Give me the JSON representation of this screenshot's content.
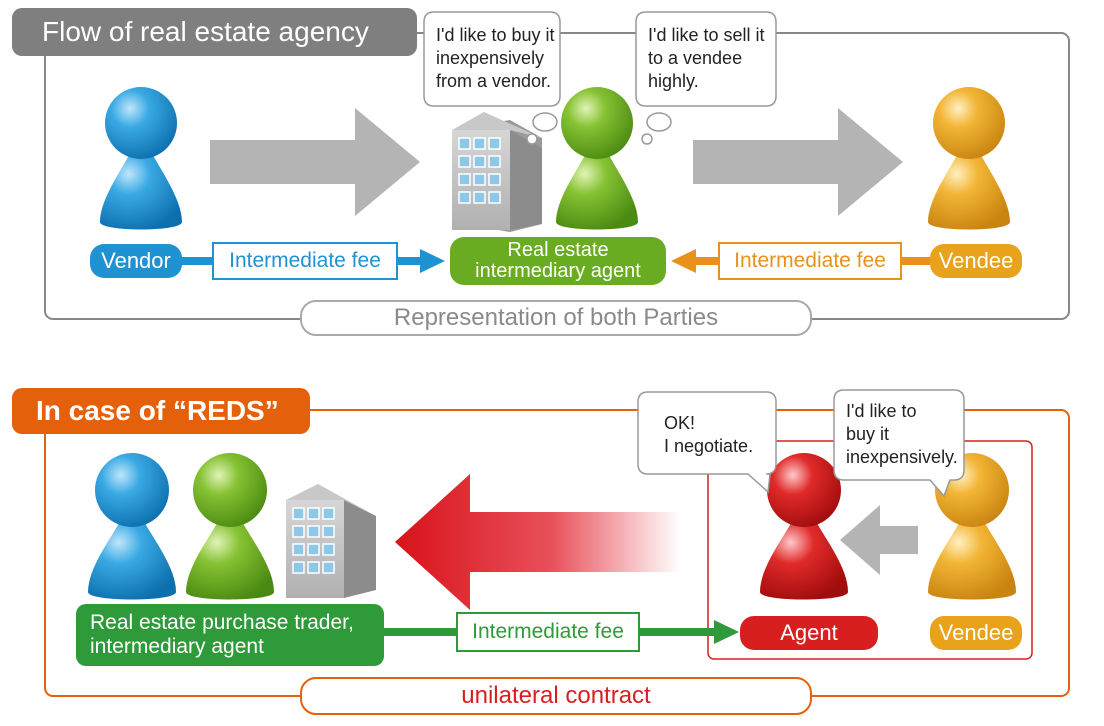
{
  "top": {
    "title": "Flow of real estate agency",
    "bubble_buy": "I'd like to buy it\ninexpensively\nfrom a vendor.",
    "bubble_sell": "I'd like to sell it\nto a vendee\nhighly.",
    "vendor_label": "Vendor",
    "fee_left": "Intermediate fee",
    "agent_label": "Real estate\nintermediary agent",
    "fee_right": "Intermediate fee",
    "vendee_label": "Vendee",
    "footer": "Representation of both Parties"
  },
  "bottom": {
    "title": "In case of “REDS”",
    "bubble_ok": "OK!\nI negotiate.",
    "bubble_buy": "I'd like to\nbuy it\ninexpensively.",
    "trader_label": "Real estate purchase trader,\nintermediary agent",
    "fee": "Intermediate fee",
    "agent_label": "Agent",
    "vendee_label": "Vendee",
    "footer": "unilateral contract"
  },
  "colors": {
    "gray_tab": "#7f7f7f",
    "blue": "#1f93d2",
    "green": "#6aac21",
    "orange": "#e8a21c",
    "orange_fee": "#e8921c",
    "red": "#d81f1f",
    "dark_orange": "#e5600a",
    "dark_green": "#2e9a3a",
    "gray_arrow": "#b4b4b4"
  },
  "icons": [
    "vendor-figure-icon",
    "agent-figure-icon",
    "vendee-figure-icon",
    "building-icon",
    "arrow-right-icon",
    "arrow-left-icon",
    "thought-bubble-icon"
  ]
}
